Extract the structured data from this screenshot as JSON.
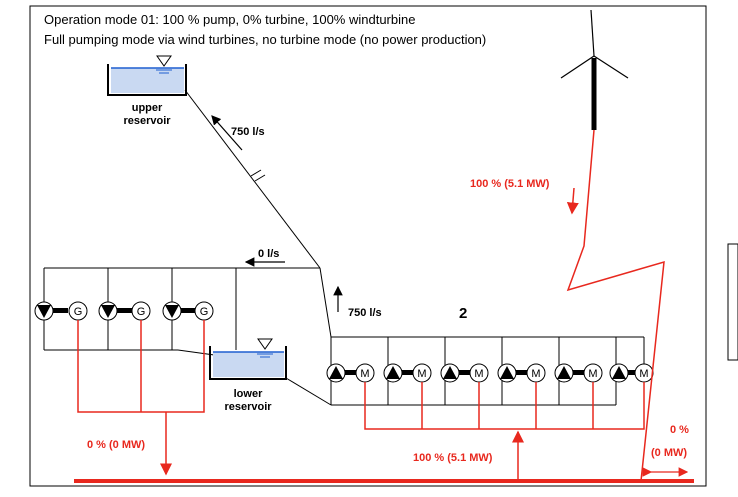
{
  "header": {
    "line1": "Operation mode 01: 100 % pump, 0% turbine, 100% windturbine",
    "line2": "Full pumping mode via wind turbines, no turbine mode (no power production)"
  },
  "reservoirs": {
    "upper_line1": "upper",
    "upper_line2": "reservoir",
    "lower_line1": "lower",
    "lower_line2": "reservoir"
  },
  "flows": {
    "penstock": "750 l/s",
    "turbine_branch": "0 l/s",
    "pump_branch": "750 l/s"
  },
  "power": {
    "wind": "100 % (5.1 MW)",
    "turbines": "0 % (0 MW)",
    "pumps": "100 % (5.1 MW)",
    "grid_line1": "0 %",
    "grid_line2": "(0 MW)"
  },
  "pump_station_id": "2",
  "units": {
    "generator_symbol": "G",
    "motor_symbol": "M"
  },
  "colors": {
    "power_line": "#e8281e",
    "water": "#1f5fd0",
    "water_light": "#c9d9f2",
    "frame": "#000000"
  }
}
